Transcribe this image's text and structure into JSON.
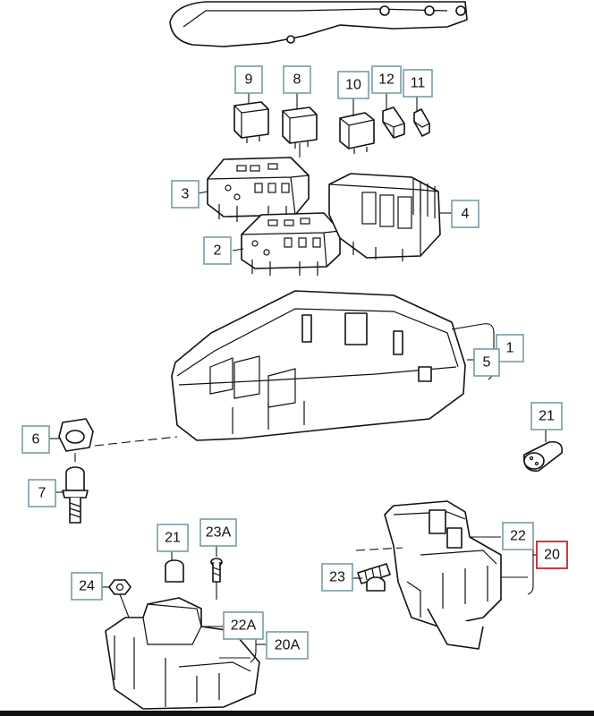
{
  "callouts": [
    {
      "id": "c9",
      "label": "9",
      "highlight": false
    },
    {
      "id": "c8",
      "label": "8",
      "highlight": false
    },
    {
      "id": "c10",
      "label": "10",
      "highlight": false
    },
    {
      "id": "c12",
      "label": "12",
      "highlight": false
    },
    {
      "id": "c11",
      "label": "11",
      "highlight": false
    },
    {
      "id": "c3",
      "label": "3",
      "highlight": false
    },
    {
      "id": "c4",
      "label": "4",
      "highlight": false
    },
    {
      "id": "c2",
      "label": "2",
      "highlight": false
    },
    {
      "id": "c1",
      "label": "1",
      "highlight": false
    },
    {
      "id": "c5",
      "label": "5",
      "highlight": false
    },
    {
      "id": "c6",
      "label": "6",
      "highlight": false
    },
    {
      "id": "c21a",
      "label": "21",
      "highlight": false
    },
    {
      "id": "c7",
      "label": "7",
      "highlight": false
    },
    {
      "id": "c22",
      "label": "22",
      "highlight": false
    },
    {
      "id": "c20",
      "label": "20",
      "highlight": true
    },
    {
      "id": "c21b",
      "label": "21",
      "highlight": false
    },
    {
      "id": "c23a",
      "label": "23A",
      "highlight": false
    },
    {
      "id": "c23",
      "label": "23",
      "highlight": false
    },
    {
      "id": "c24",
      "label": "24",
      "highlight": false
    },
    {
      "id": "c22a",
      "label": "22A",
      "highlight": false
    },
    {
      "id": "c20a",
      "label": "20A",
      "highlight": false
    }
  ],
  "colors": {
    "callout_border": "#7a9ba6",
    "highlight_border": "#c0262d",
    "line": "#111111"
  }
}
